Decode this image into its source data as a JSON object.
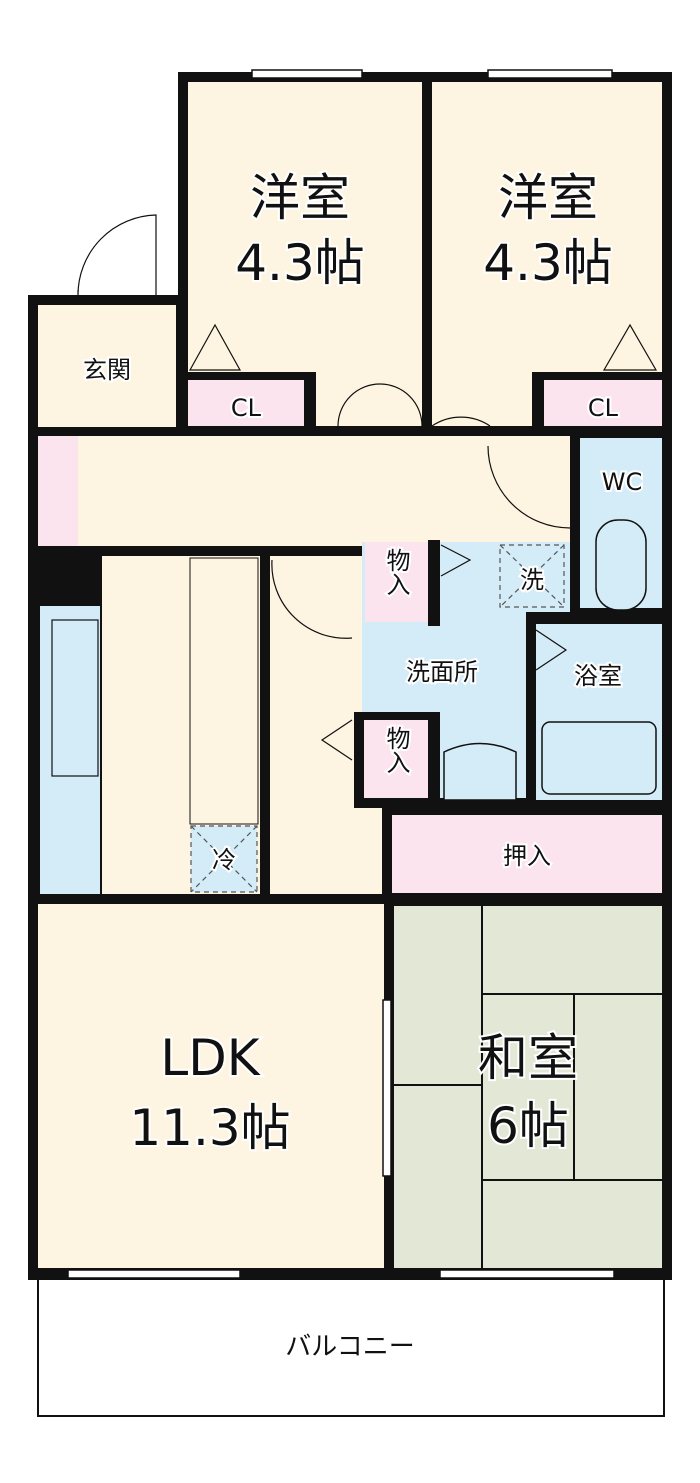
{
  "rooms": {
    "bedroom1": {
      "name": "洋室",
      "size": "4.3帖"
    },
    "bedroom2": {
      "name": "洋室",
      "size": "4.3帖"
    },
    "closet1": "CL",
    "closet2": "CL",
    "entrance": "玄関",
    "toilet": "WC",
    "storage_upper": "物入",
    "storage_lower": "物入",
    "washer": "洗",
    "washroom": "洗面所",
    "bathroom": "浴室",
    "fridge": "冷",
    "oshiire": "押入",
    "ldk": {
      "name": "LDK",
      "size": "11.3帖"
    },
    "washitsu": {
      "name": "和室",
      "size": "6帖"
    },
    "balcony": "バルコニー"
  },
  "colors": {
    "floor": "#fdf5e1",
    "storage": "#fce4ee",
    "wet_area": "#d3ecf7",
    "tatami": "#e2e7d6",
    "wall": "#111111"
  }
}
